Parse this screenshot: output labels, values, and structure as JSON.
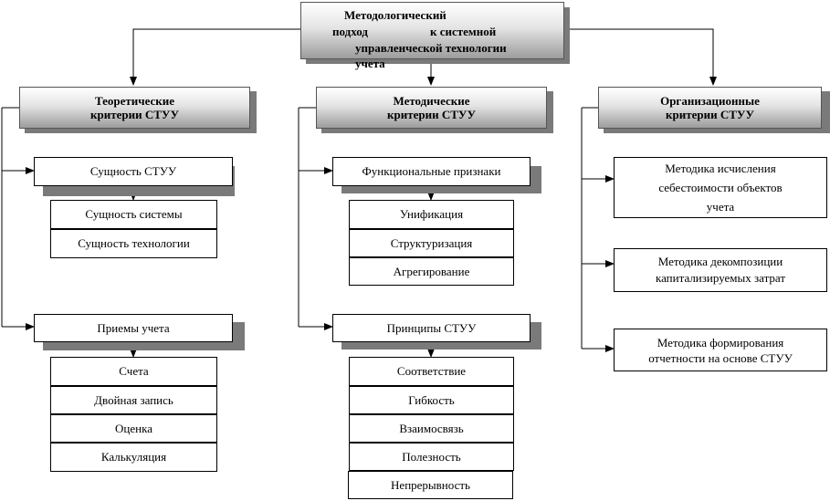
{
  "root": {
    "lines": [
      "Методологический",
      "подход",
      "к системной",
      "управленческой технологии",
      "учета"
    ]
  },
  "columns": [
    {
      "title": "Теоретические\nкритерии СТУУ",
      "groups": [
        {
          "label": "Сущность СТУУ",
          "items": [
            "Сущность системы",
            "Сущность технологии"
          ]
        },
        {
          "label": "Приемы учета",
          "items": [
            "Счета",
            "Двойная запись",
            "Оценка",
            "Калькуляция"
          ]
        }
      ]
    },
    {
      "title": "Методические\nкритерии СТУУ",
      "groups": [
        {
          "label": "Функциональные признаки",
          "items": [
            "Унификация",
            "Структуризация",
            "Агрегирование"
          ]
        },
        {
          "label": "Принципы СТУУ",
          "items": [
            "Соответствие",
            "Гибкость",
            "Взаимосвязь",
            "Полезность",
            "Непрерывность"
          ]
        }
      ]
    },
    {
      "title": "Организационные\nкритерии СТУУ",
      "methods": [
        "Методика исчисления\nсебестоимости объектов\nучета",
        "Методика декомпозиции\nкапитализируемых затрат",
        "Методика формирования\nотчетности на основе СТУУ"
      ]
    }
  ]
}
